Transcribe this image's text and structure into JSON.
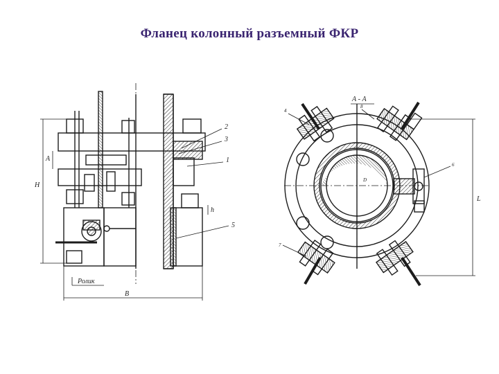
{
  "slide": {
    "title": "Фланец колонный разъемный ФКР"
  },
  "side_view": {
    "callouts": [
      "2",
      "3",
      "1",
      "5"
    ],
    "dim_labels": [
      "A",
      "H",
      "h",
      "B"
    ],
    "roller_label": "Ролик"
  },
  "section_view": {
    "section_label": "А - А",
    "callouts": [
      "4",
      "8",
      "6",
      "7"
    ],
    "diameter_label": "D",
    "dim_label": "L"
  },
  "colors": {
    "title": "#3a2470",
    "ink": "#1c1c1c"
  }
}
